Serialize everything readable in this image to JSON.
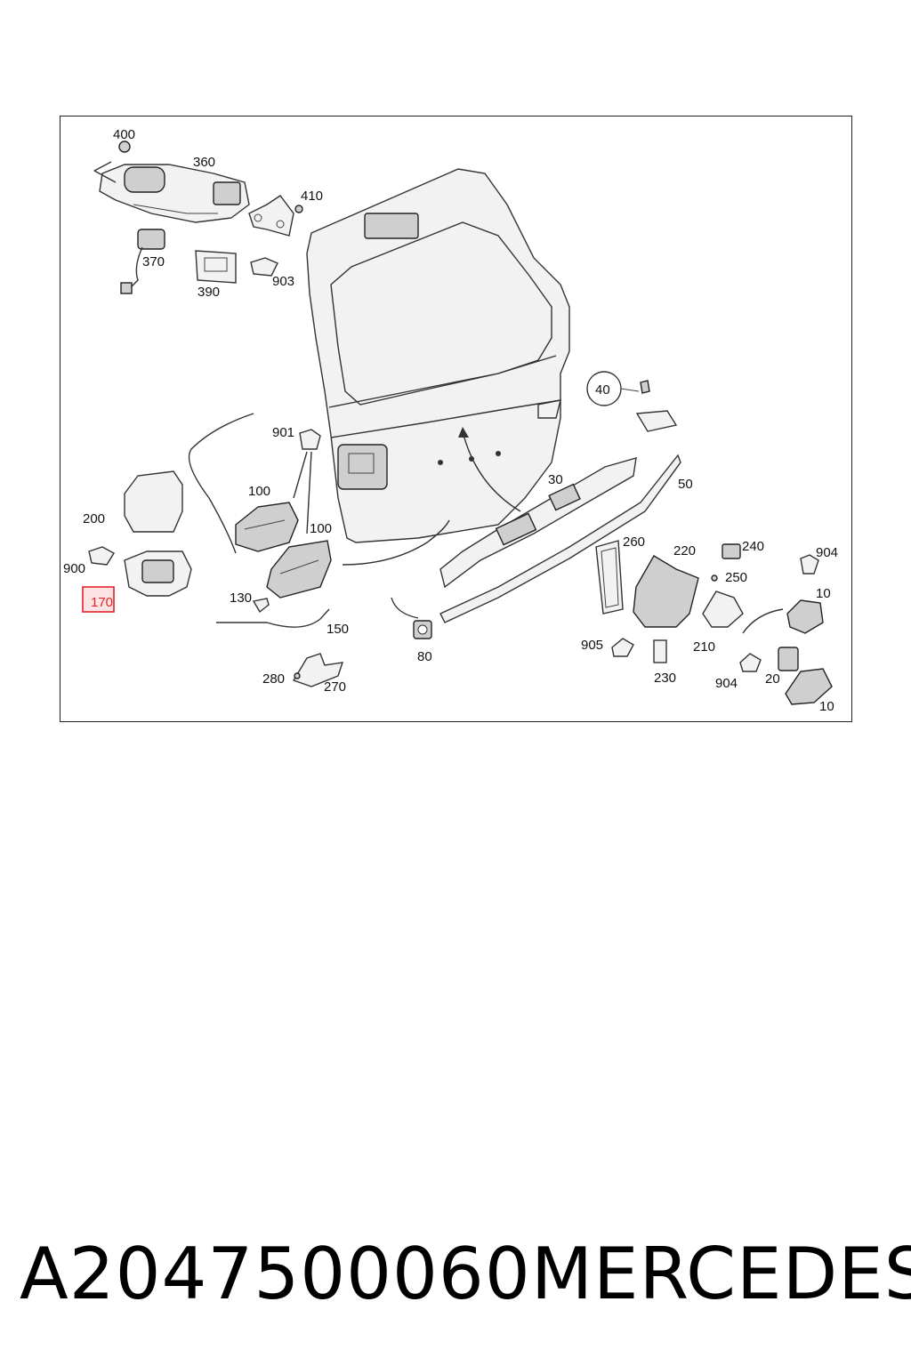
{
  "diagram": {
    "callouts": {
      "c400": "400",
      "c360": "360",
      "c410": "410",
      "c370": "370",
      "c390": "390",
      "c903": "903",
      "c40": "40",
      "c901": "901",
      "c100a": "100",
      "c100b": "100",
      "c200": "200",
      "c900": "900",
      "c170": "170",
      "c130": "130",
      "c150": "150",
      "c280": "280",
      "c270": "270",
      "c80": "80",
      "c30": "30",
      "c50": "50",
      "c260": "260",
      "c220": "220",
      "c240": "240",
      "c250": "250",
      "c904a": "904",
      "c10a": "10",
      "c905": "905",
      "c210": "210",
      "c230": "230",
      "c904b": "904",
      "c20": "20",
      "c10b": "10"
    },
    "highlighted_part": "170",
    "highlight_color": "#e2232a"
  },
  "footer": {
    "part_number": "A2047500060",
    "brand": "MERCEDES"
  }
}
